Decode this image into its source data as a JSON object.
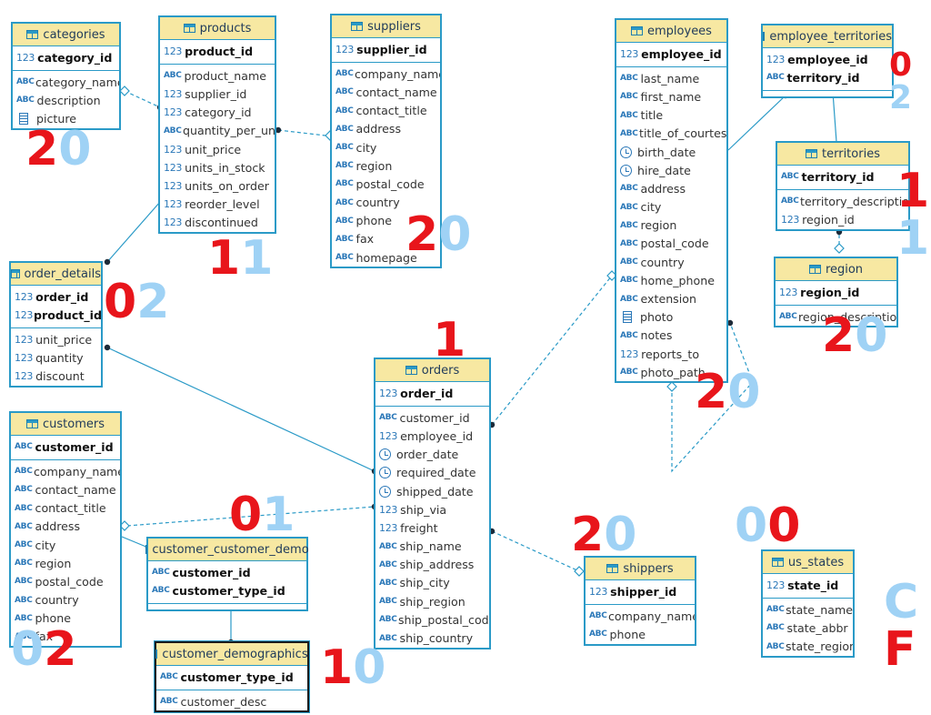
{
  "colors": {
    "table_border": "#2a9ac7",
    "table_header": "#f7e8a2",
    "line": "#2a9ac7",
    "note_red": "#e8151b",
    "note_blue": "#9fd2f5"
  },
  "tables": [
    {
      "id": "categories",
      "title": "categories",
      "pk": [
        {
          "name": "category_id",
          "type": "123"
        }
      ],
      "columns": [
        {
          "name": "category_name",
          "type": "ABC"
        },
        {
          "name": "description",
          "type": "ABC"
        },
        {
          "name": "picture",
          "type": "bin"
        }
      ]
    },
    {
      "id": "products",
      "title": "products",
      "pk": [
        {
          "name": "product_id",
          "type": "123"
        }
      ],
      "columns": [
        {
          "name": "product_name",
          "type": "ABC"
        },
        {
          "name": "supplier_id",
          "type": "123"
        },
        {
          "name": "category_id",
          "type": "123"
        },
        {
          "name": "quantity_per_unit",
          "type": "ABC"
        },
        {
          "name": "unit_price",
          "type": "123"
        },
        {
          "name": "units_in_stock",
          "type": "123"
        },
        {
          "name": "units_on_order",
          "type": "123"
        },
        {
          "name": "reorder_level",
          "type": "123"
        },
        {
          "name": "discontinued",
          "type": "123"
        }
      ]
    },
    {
      "id": "suppliers",
      "title": "suppliers",
      "pk": [
        {
          "name": "supplier_id",
          "type": "123"
        }
      ],
      "columns": [
        {
          "name": "company_name",
          "type": "ABC"
        },
        {
          "name": "contact_name",
          "type": "ABC"
        },
        {
          "name": "contact_title",
          "type": "ABC"
        },
        {
          "name": "address",
          "type": "ABC"
        },
        {
          "name": "city",
          "type": "ABC"
        },
        {
          "name": "region",
          "type": "ABC"
        },
        {
          "name": "postal_code",
          "type": "ABC"
        },
        {
          "name": "country",
          "type": "ABC"
        },
        {
          "name": "phone",
          "type": "ABC"
        },
        {
          "name": "fax",
          "type": "ABC"
        },
        {
          "name": "homepage",
          "type": "ABC"
        }
      ]
    },
    {
      "id": "employees",
      "title": "employees",
      "pk": [
        {
          "name": "employee_id",
          "type": "123"
        }
      ],
      "columns": [
        {
          "name": "last_name",
          "type": "ABC"
        },
        {
          "name": "first_name",
          "type": "ABC"
        },
        {
          "name": "title",
          "type": "ABC"
        },
        {
          "name": "title_of_courtesy",
          "type": "ABC"
        },
        {
          "name": "birth_date",
          "type": "date"
        },
        {
          "name": "hire_date",
          "type": "date"
        },
        {
          "name": "address",
          "type": "ABC"
        },
        {
          "name": "city",
          "type": "ABC"
        },
        {
          "name": "region",
          "type": "ABC"
        },
        {
          "name": "postal_code",
          "type": "ABC"
        },
        {
          "name": "country",
          "type": "ABC"
        },
        {
          "name": "home_phone",
          "type": "ABC"
        },
        {
          "name": "extension",
          "type": "ABC"
        },
        {
          "name": "photo",
          "type": "bin"
        },
        {
          "name": "notes",
          "type": "ABC"
        },
        {
          "name": "reports_to",
          "type": "123"
        },
        {
          "name": "photo_path",
          "type": "ABC"
        }
      ]
    },
    {
      "id": "employee_territories",
      "title": "employee_territories",
      "pk": [
        {
          "name": "employee_id",
          "type": "123"
        },
        {
          "name": "territory_id",
          "type": "ABC"
        }
      ],
      "columns": []
    },
    {
      "id": "territories",
      "title": "territories",
      "pk": [
        {
          "name": "territory_id",
          "type": "ABC"
        }
      ],
      "columns": [
        {
          "name": "territory_description",
          "type": "ABC"
        },
        {
          "name": "region_id",
          "type": "123"
        }
      ]
    },
    {
      "id": "region",
      "title": "region",
      "pk": [
        {
          "name": "region_id",
          "type": "123"
        }
      ],
      "columns": [
        {
          "name": "region_description",
          "type": "ABC"
        }
      ]
    },
    {
      "id": "order_details",
      "title": "order_details",
      "pk": [
        {
          "name": "order_id",
          "type": "123"
        },
        {
          "name": "product_id",
          "type": "123"
        }
      ],
      "columns": [
        {
          "name": "unit_price",
          "type": "123"
        },
        {
          "name": "quantity",
          "type": "123"
        },
        {
          "name": "discount",
          "type": "123"
        }
      ]
    },
    {
      "id": "orders",
      "title": "orders",
      "pk": [
        {
          "name": "order_id",
          "type": "123"
        }
      ],
      "columns": [
        {
          "name": "customer_id",
          "type": "ABC"
        },
        {
          "name": "employee_id",
          "type": "123"
        },
        {
          "name": "order_date",
          "type": "date"
        },
        {
          "name": "required_date",
          "type": "date"
        },
        {
          "name": "shipped_date",
          "type": "date"
        },
        {
          "name": "ship_via",
          "type": "123"
        },
        {
          "name": "freight",
          "type": "123"
        },
        {
          "name": "ship_name",
          "type": "ABC"
        },
        {
          "name": "ship_address",
          "type": "ABC"
        },
        {
          "name": "ship_city",
          "type": "ABC"
        },
        {
          "name": "ship_region",
          "type": "ABC"
        },
        {
          "name": "ship_postal_code",
          "type": "ABC"
        },
        {
          "name": "ship_country",
          "type": "ABC"
        }
      ]
    },
    {
      "id": "customers",
      "title": "customers",
      "pk": [
        {
          "name": "customer_id",
          "type": "ABC"
        }
      ],
      "columns": [
        {
          "name": "company_name",
          "type": "ABC"
        },
        {
          "name": "contact_name",
          "type": "ABC"
        },
        {
          "name": "contact_title",
          "type": "ABC"
        },
        {
          "name": "address",
          "type": "ABC"
        },
        {
          "name": "city",
          "type": "ABC"
        },
        {
          "name": "region",
          "type": "ABC"
        },
        {
          "name": "postal_code",
          "type": "ABC"
        },
        {
          "name": "country",
          "type": "ABC"
        },
        {
          "name": "phone",
          "type": "ABC"
        },
        {
          "name": "fax",
          "type": "ABC"
        }
      ]
    },
    {
      "id": "customer_customer_demo",
      "title": "customer_customer_demo",
      "pk": [
        {
          "name": "customer_id",
          "type": "ABC"
        },
        {
          "name": "customer_type_id",
          "type": "ABC"
        }
      ],
      "columns": []
    },
    {
      "id": "customer_demographics",
      "title": "customer_demographics",
      "pk": [
        {
          "name": "customer_type_id",
          "type": "ABC"
        }
      ],
      "columns": [
        {
          "name": "customer_desc",
          "type": "ABC"
        }
      ]
    },
    {
      "id": "shippers",
      "title": "shippers",
      "pk": [
        {
          "name": "shipper_id",
          "type": "123"
        }
      ],
      "columns": [
        {
          "name": "company_name",
          "type": "ABC"
        },
        {
          "name": "phone",
          "type": "ABC"
        }
      ]
    },
    {
      "id": "us_states",
      "title": "us_states",
      "pk": [
        {
          "name": "state_id",
          "type": "123"
        }
      ],
      "columns": [
        {
          "name": "state_name",
          "type": "ABC"
        },
        {
          "name": "state_abbr",
          "type": "ABC"
        },
        {
          "name": "state_region",
          "type": "ABC"
        }
      ]
    }
  ],
  "annotations": [
    {
      "id": "categories",
      "parts": [
        {
          "text": "2",
          "color": "red"
        },
        {
          "text": "0",
          "color": "blue"
        }
      ]
    },
    {
      "id": "products",
      "parts": [
        {
          "text": "1",
          "color": "red"
        },
        {
          "text": "1",
          "color": "blue"
        }
      ]
    },
    {
      "id": "suppliers",
      "parts": [
        {
          "text": "2",
          "color": "red"
        },
        {
          "text": "0",
          "color": "blue"
        }
      ]
    },
    {
      "id": "order_details",
      "parts": [
        {
          "text": "0",
          "color": "red"
        },
        {
          "text": "2",
          "color": "blue"
        }
      ]
    },
    {
      "id": "orders",
      "parts": [
        {
          "text": "1",
          "color": "red"
        }
      ]
    },
    {
      "id": "employees",
      "parts": [
        {
          "text": "2",
          "color": "red"
        },
        {
          "text": "0",
          "color": "blue"
        }
      ]
    },
    {
      "id": "employee_territories",
      "parts": [
        {
          "text": "0",
          "color": "red"
        },
        {
          "text": "2",
          "color": "blue"
        }
      ]
    },
    {
      "id": "territories",
      "parts": [
        {
          "text": "1",
          "color": "red"
        },
        {
          "text": "1",
          "color": "blue"
        }
      ]
    },
    {
      "id": "region",
      "parts": [
        {
          "text": "2",
          "color": "red"
        },
        {
          "text": "0",
          "color": "blue"
        }
      ]
    },
    {
      "id": "customer_customer_demo",
      "parts": [
        {
          "text": "0",
          "color": "red"
        },
        {
          "text": "1",
          "color": "blue"
        }
      ]
    },
    {
      "id": "customers",
      "parts": [
        {
          "text": "0",
          "color": "blue"
        },
        {
          "text": "2",
          "color": "red"
        }
      ]
    },
    {
      "id": "customer_demographics",
      "parts": [
        {
          "text": "1",
          "color": "red"
        },
        {
          "text": "0",
          "color": "blue"
        }
      ]
    },
    {
      "id": "shippers",
      "parts": [
        {
          "text": "2",
          "color": "red"
        },
        {
          "text": "0",
          "color": "blue"
        }
      ]
    },
    {
      "id": "us_states_top",
      "parts": [
        {
          "text": "0",
          "color": "blue"
        },
        {
          "text": "0",
          "color": "red"
        }
      ]
    },
    {
      "id": "us_states_side",
      "parts": [
        {
          "text": "C",
          "color": "blue"
        },
        {
          "text": "F",
          "color": "red"
        }
      ]
    }
  ]
}
